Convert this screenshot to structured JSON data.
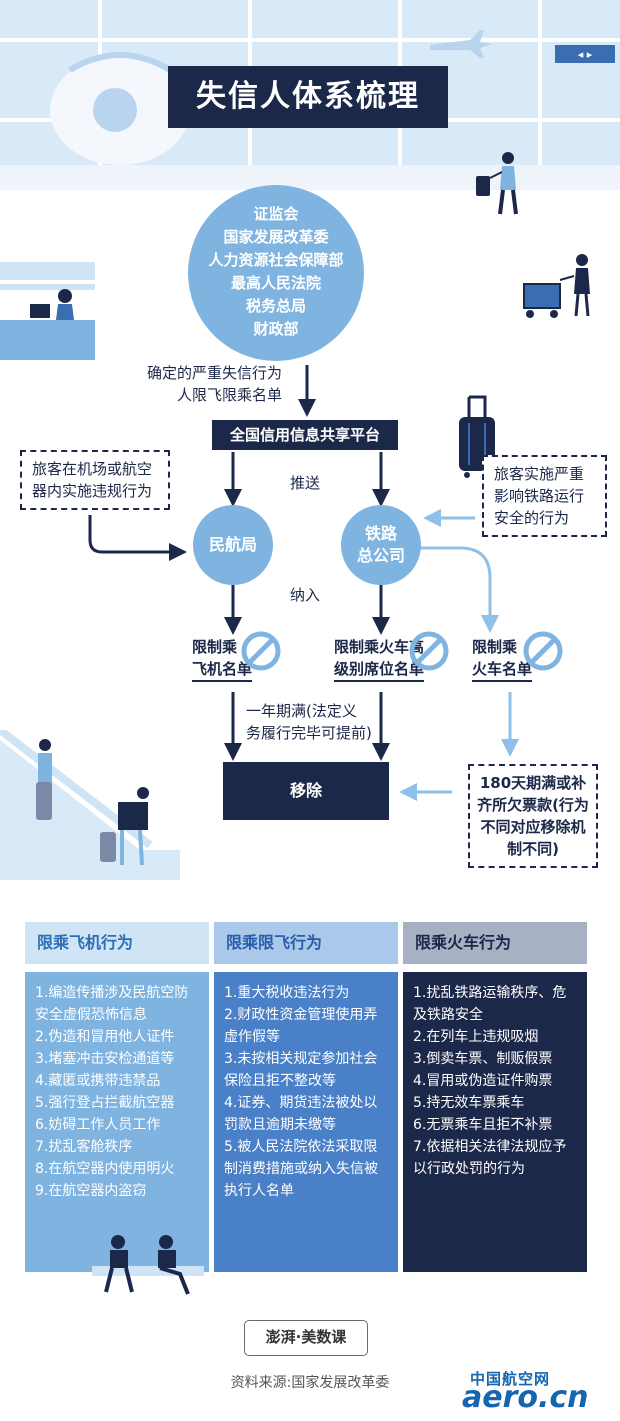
{
  "title": "失信人体系梳理",
  "agencies": [
    "证监会",
    "国家发展改革委",
    "人力资源社会保障部",
    "最高人民法院",
    "税务总局",
    "财政部"
  ],
  "flow": {
    "confirm_text_1": "确定的严重失信行为",
    "confirm_text_2": "人限飞限乘名单",
    "platform": "全国信用信息共享平台",
    "push": "推送",
    "include": "纳入",
    "airport_note": "旅客在机场或航空器内实施违规行为",
    "rail_note": "旅客实施严重影响铁路运行安全的行为",
    "caac": "民航局",
    "rail_1": "铁路",
    "rail_2": "总公司",
    "restrict_fly_1": "限制乘",
    "restrict_fly_2": "飞机名单",
    "restrict_hsr_1": "限制乘火车高",
    "restrict_hsr_2": "级别席位名单",
    "restrict_train_1": "限制乘",
    "restrict_train_2": "火车名单",
    "year_note_1": "一年期满(法定义",
    "year_note_2": "务履行完毕可提前)",
    "remove": "移除",
    "days_note": "180天期满或补齐所欠票款(行为不同对应移除机制不同)"
  },
  "columns": [
    {
      "title": "限乘飞机行为",
      "items": [
        "1.编造传播涉及民航空防安全虚假恐怖信息",
        "2.伪造和冒用他人证件",
        "3.堵塞冲击安检通道等",
        "4.藏匿或携带违禁品",
        "5.强行登占拦截航空器",
        "6.妨碍工作人员工作",
        "7.扰乱客舱秩序",
        "8.在航空器内使用明火",
        "9.在航空器内盗窃"
      ]
    },
    {
      "title": "限乘限飞行为",
      "items": [
        "1.重大税收违法行为",
        "2.财政性资金管理使用弄虚作假等",
        "3.未按相关规定参加社会保险且拒不整改等",
        "4.证券、期货违法被处以罚款且逾期未缴等",
        "5.被人民法院依法采取限制消费措施或纳入失信被执行人名单"
      ]
    },
    {
      "title": "限乘火车行为",
      "items": [
        "1.扰乱铁路运输秩序、危及铁路安全",
        "2.在列车上违规吸烟",
        "3.倒卖车票、制贩假票",
        "4.冒用或伪造证件购票",
        "5.持无效车票乘车",
        "6.无票乘车且拒不补票",
        "7.依据相关法律法规应予以行政处罚的行为"
      ]
    }
  ],
  "footer": {
    "brand": "澎湃·美数课",
    "source": "资料来源:国家发展改革委",
    "logo_cn": "中国航空网",
    "logo_en": "aero.cn"
  },
  "colors": {
    "navy": "#1c2849",
    "light_blue": "#7fb3e0",
    "col1_head": "#cfe4f5",
    "col1_body": "#7fb3e0",
    "col2_head": "#a9c8ea",
    "col2_body": "#4a80c8",
    "col3_head": "#a7b1c3",
    "col3_body": "#1c2849"
  }
}
